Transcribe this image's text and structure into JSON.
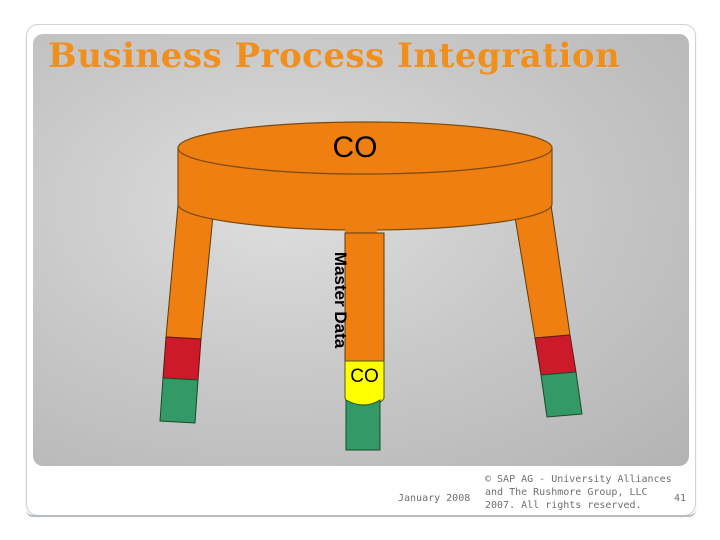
{
  "slide": {
    "title": "Business Process Integration",
    "seat_label": "CO",
    "middle_leg_labels": {
      "master_data": "Master Data",
      "co": "CO"
    },
    "footer": {
      "date": "January 2008",
      "copyright_lines": [
        "© SAP AG - University Alliances",
        "and The Rushmore Group, LLC",
        "2007. All rights reserved."
      ],
      "page_number": "41"
    }
  },
  "colors": {
    "title": "#f18f1c",
    "stool_orange": "#ef7f11",
    "leg_red": "#cc1a2b",
    "leg_green": "#339966",
    "co_yellow": "#ffff00",
    "panel_gray": "#c9c9c9"
  }
}
